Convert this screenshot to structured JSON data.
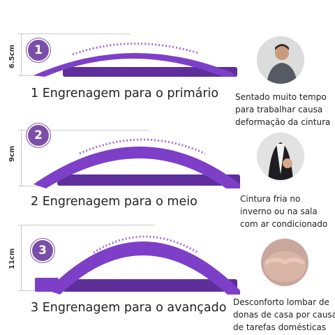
{
  "levels": [
    {
      "number": "1",
      "height_label": "6.5cm",
      "title": "1 Engrenagem para o primário",
      "caption_lines": [
        "Sentado muito tempo",
        "para trabalhar causa",
        "deformação da cintura"
      ]
    },
    {
      "number": "2",
      "height_label": "9cm",
      "title": "2 Engrenagem para o meio",
      "caption_lines": [
        "Cintura fria no",
        "inverno ou na sala",
        "com ar condicionado"
      ]
    },
    {
      "number": "3",
      "height_label": "11cm",
      "title": "3 Engrenagem para o avançado",
      "caption_lines": [
        "Desconforto lombar de",
        "donas de casa por causa",
        "de tarefas domésticas"
      ]
    }
  ],
  "colors": {
    "product_purple": "#7d3fc8",
    "product_dark": "#5a2a96",
    "badge_purple": "#7b4fa8"
  },
  "icons": [
    "woman-office-photo",
    "woman-back-pain-photo",
    "hands-on-lower-back-photo"
  ]
}
